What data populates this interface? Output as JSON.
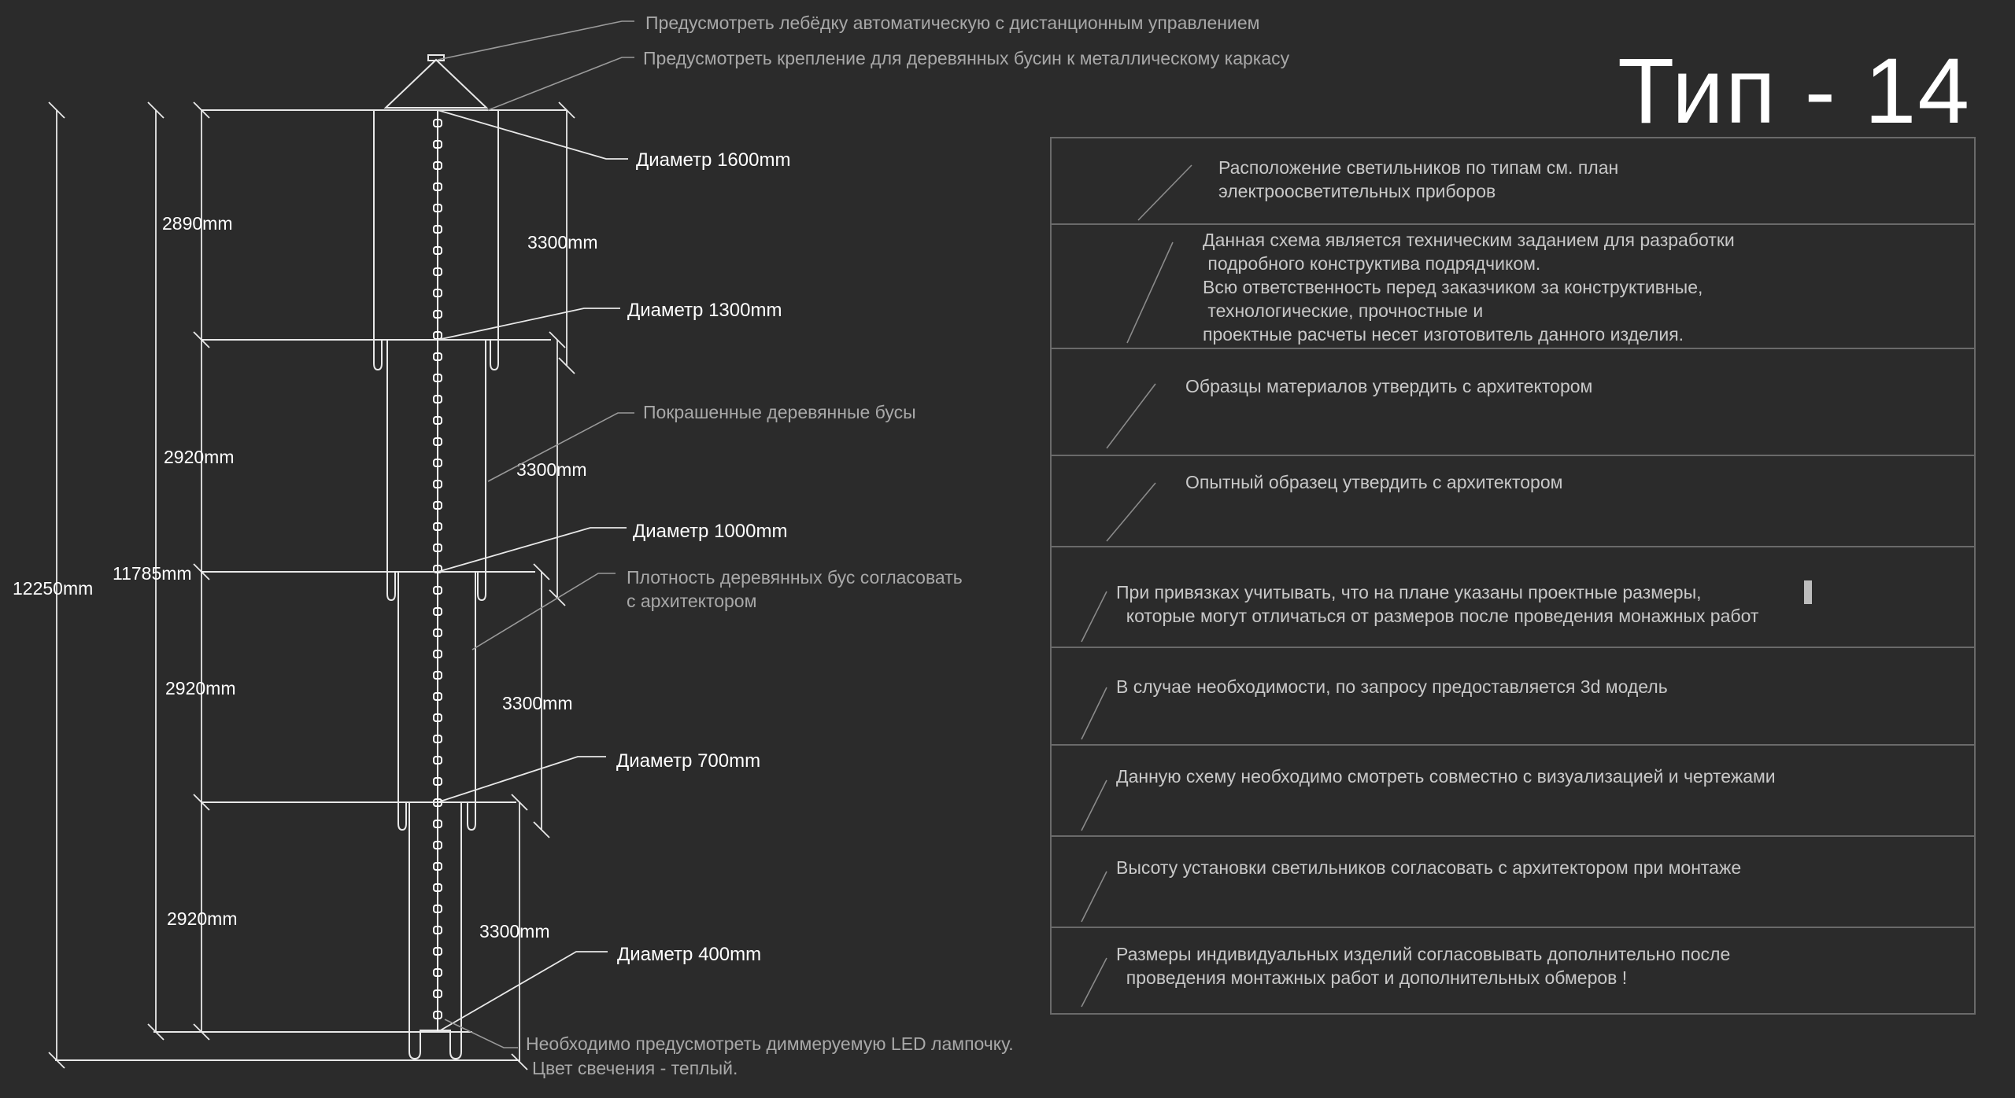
{
  "title": "Тип - 14",
  "callouts": [
    "Предусмотреть лебёдку автоматическую с дистанционным управлением",
    "Предусмотреть крепление для деревянных бусин к металлическому каркасу",
    "Покрашенные деревянные бусы",
    "Плотность деревянных бус согласовать",
    "с архитектором",
    "Необходимо предусмотреть диммеруемую LED лампочку.",
    "Цвет свечения - теплый."
  ],
  "diameters": [
    "Диаметр 1600mm",
    "Диаметр 1300mm",
    "Диаметр 1000mm",
    "Диаметр 700mm",
    "Диаметр 400mm"
  ],
  "dimensions": {
    "total": "12250mm",
    "body": "11785mm",
    "sections": [
      "2890mm",
      "2920mm",
      "2920mm",
      "2920mm"
    ],
    "cylinders": [
      "3300mm",
      "3300mm",
      "3300mm",
      "3300mm"
    ]
  },
  "notes": [
    "Расположение светильников по типам см. план\nэлектроосветительных приборов",
    "Данная схема является техническим заданием для разработки\n подробного конструктива подрядчиком.\nВсю ответственность перед заказчиком за конструктивные,\n технологические, прочностные и\nпроектные расчеты несет изготовитель данного изделия.",
    "Образцы материалов утвердить с архитектором",
    "Опытный образец утвердить с архитектором",
    "При привязках учитывать, что на плане указаны проектные размеры,\n  которые могут отличаться от размеров после проведения монажных работ",
    "В случае необходимости, по запросу предоставляется 3d модель",
    "Данную схему необходимо смотреть совместно с визуализацией и чертежами",
    "Высоту установки светильников согласовать с архитектором при монтаже",
    "Размеры индивидуальных изделий согласовывать дополнительно после\n  проведения монтажных работ и дополнительных обмеров !"
  ]
}
